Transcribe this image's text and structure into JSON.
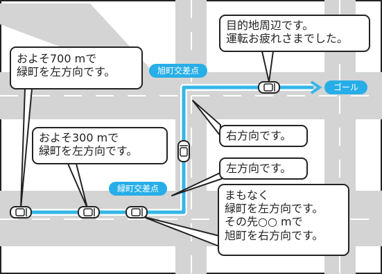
{
  "colors": {
    "background": "#ffffff",
    "road": "#d4d4d4",
    "road_lines": "#ffffff",
    "route": "#33b6e8",
    "outline": "#222222",
    "label_fill": "#27aee8"
  },
  "map": {
    "intersections": {
      "midori": "緑町交差点",
      "asahi": "旭町交差点"
    },
    "goal_label": "ゴール"
  },
  "callouts": {
    "approx_700": "およそ700 mで\n緑町を左方向です。",
    "approx_300": "およそ300 mで\n緑町を左方向です。",
    "right_turn": "右方向です。",
    "left_turn": "左方向です。",
    "soon": "まもなく\n緑町を左方向です。\nその先○○ mで\n旭町を右方向です。",
    "destination": "目的地周辺です。\n運転お疲れさまでした。"
  },
  "vehicles": [
    {
      "name": "car-700m",
      "heading": "east"
    },
    {
      "name": "car-300m",
      "heading": "east"
    },
    {
      "name": "car-midori",
      "heading": "east"
    },
    {
      "name": "car-northbound",
      "heading": "north"
    },
    {
      "name": "car-destination",
      "heading": "east"
    }
  ]
}
